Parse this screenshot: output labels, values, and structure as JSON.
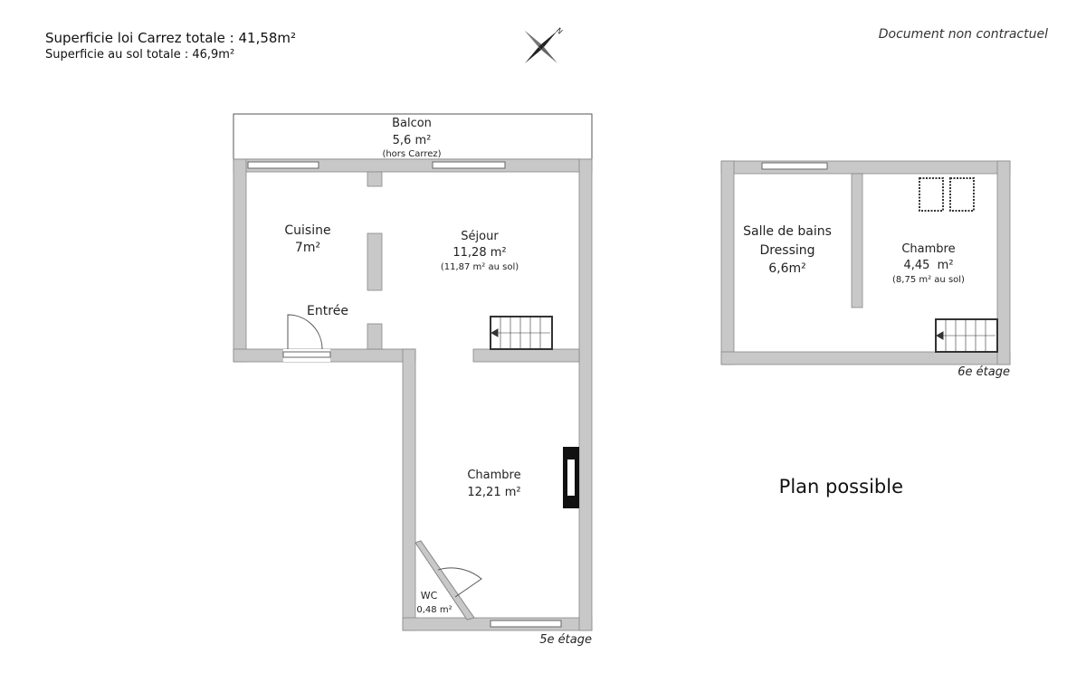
{
  "header": {
    "carrez_total": "Superficie loi Carrez totale : 41,58m²",
    "sol_total": "Superficie au sol totale : 46,9m²",
    "disclaimer": "Document non contractuel"
  },
  "compass": {
    "icon": "compass-rose-icon",
    "north_label": "N"
  },
  "plan_label": "Plan possible",
  "floor5": {
    "label": "5e étage",
    "rooms": {
      "balcon": {
        "name": "Balcon",
        "area": "5,6 m²",
        "note": "(hors Carrez)"
      },
      "cuisine": {
        "name": "Cuisine",
        "area": "7m²"
      },
      "entree": {
        "name": "Entrée"
      },
      "sejour": {
        "name": "Séjour",
        "area": "11,28 m²",
        "note": "(11,87 m² au sol)"
      },
      "chambre": {
        "name": "Chambre",
        "area": "12,21 m²"
      },
      "wc": {
        "name": "WC",
        "area": "0,48 m²"
      }
    }
  },
  "floor6": {
    "label": "6e étage",
    "rooms": {
      "sdb": {
        "name": "Salle de bains",
        "name2": "Dressing",
        "area": "6,6m²"
      },
      "chambre": {
        "name": "Chambre",
        "area": "4,45  m²",
        "note": "(8,75 m² au sol)"
      }
    }
  },
  "colors": {
    "wall": "#c8c8c8",
    "outline": "#555555"
  }
}
